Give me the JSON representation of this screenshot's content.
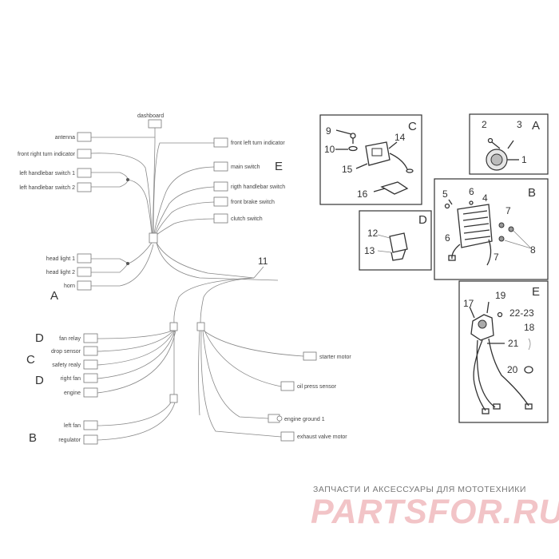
{
  "harness": {
    "top_connector": "dashboard",
    "left_connectors": [
      "antenna",
      "front right turn indicator",
      "left handlebar switch 1",
      "left handlebar switch 2",
      "head light 1",
      "head light 2",
      "horn"
    ],
    "right_connectors": [
      "front left turn indicator",
      "main switch",
      "rigth handlebar switch",
      "front brake switch",
      "clutch switch"
    ],
    "lower_left_connectors": [
      "fan relay",
      "drop sensor",
      "safety realy",
      "right fan",
      "engine",
      "left fan",
      "regulator"
    ],
    "lower_right_connectors": [
      "starter motor",
      "oil press sensor",
      "engine ground 1",
      "exhaust valve motor"
    ],
    "ref_letters": {
      "A": "A",
      "B": "B",
      "C": "C",
      "D": "D",
      "E": "E"
    },
    "part_11": "11"
  },
  "panels": {
    "c": {
      "letter": "C",
      "numbers": [
        "9",
        "10",
        "14",
        "15",
        "16"
      ]
    },
    "a": {
      "letter": "A",
      "numbers": [
        "2",
        "3",
        "1"
      ]
    },
    "b": {
      "letter": "B",
      "numbers": [
        "5",
        "6",
        "4",
        "6",
        "7",
        "7",
        "8"
      ]
    },
    "d": {
      "letter": "D",
      "numbers": [
        "12",
        "13"
      ]
    },
    "e": {
      "letter": "E",
      "numbers": [
        "17",
        "19",
        "22-23",
        "18",
        "21",
        "20"
      ]
    }
  },
  "watermark": {
    "tagline": "ЗАПЧАСТИ И АКСЕССУАРЫ ДЛЯ МОТОТЕХНИКИ",
    "logo": "PARTSFOR.RU"
  }
}
